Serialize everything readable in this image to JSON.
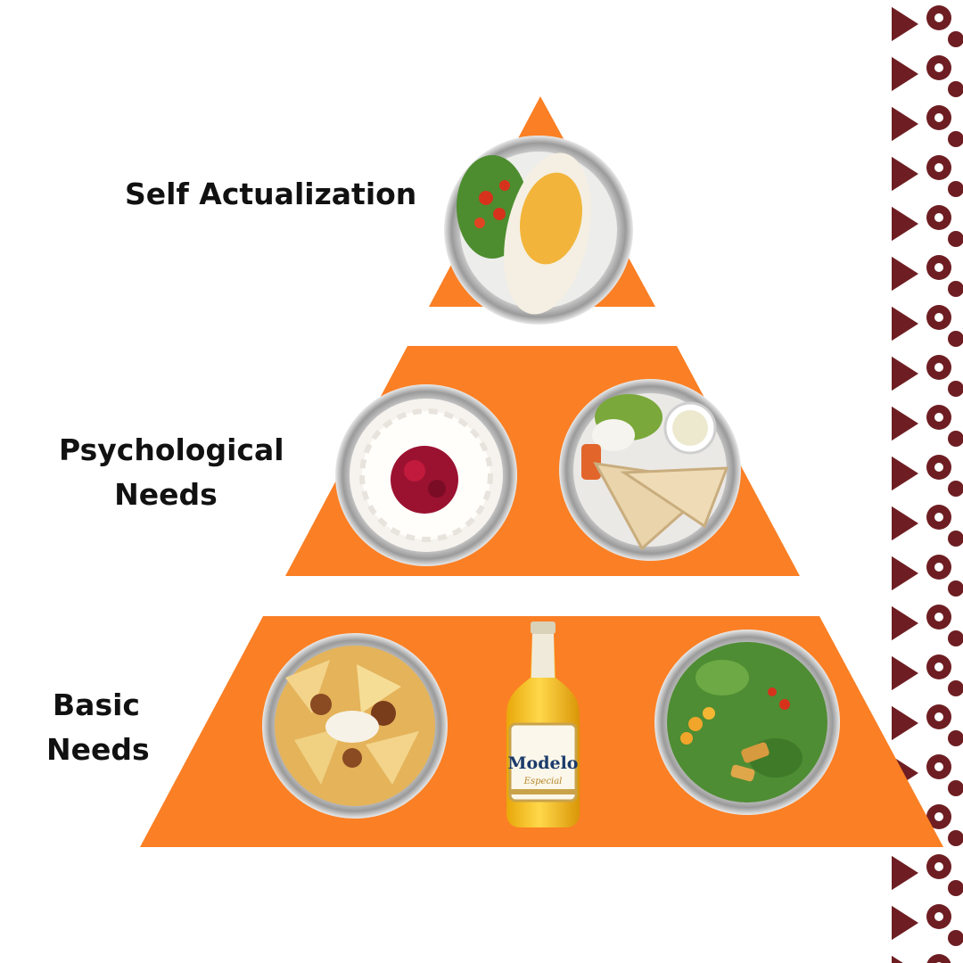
{
  "colors": {
    "pyramid": "#fb7f24",
    "pattern": "#6e1e22",
    "label": "#111111"
  },
  "tiers": [
    {
      "lines": [
        "Self Actualization"
      ],
      "foods": [
        "burrito-plate-icon"
      ]
    },
    {
      "lines": [
        "Psychological",
        "Needs"
      ],
      "foods": [
        "dessert-bowl-icon",
        "quesadilla-plate-icon"
      ]
    },
    {
      "lines": [
        "Basic",
        "Needs"
      ],
      "foods": [
        "nachos-bowl-icon",
        "beer-bottle-icon",
        "salad-bowl-icon"
      ]
    }
  ],
  "bottle": {
    "brand": "Modelo",
    "sub": "Especial"
  }
}
